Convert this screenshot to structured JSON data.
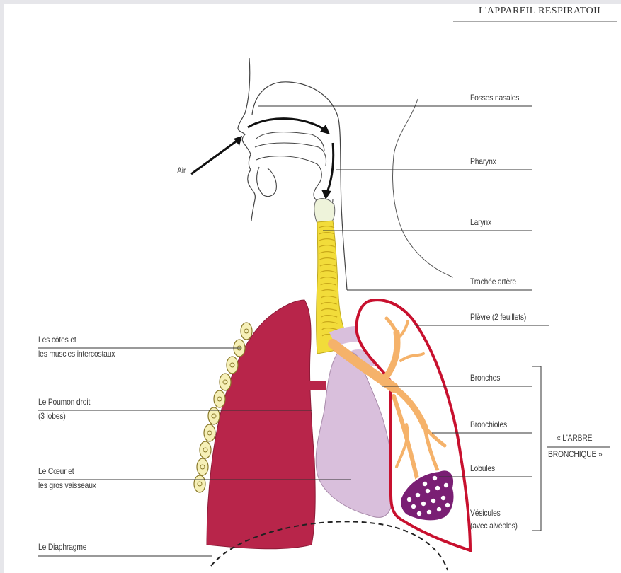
{
  "header": {
    "title": "L'APPAREIL RESPIRATOII"
  },
  "labels": {
    "air": "Air",
    "fosses_nasales": "Fosses nasales",
    "pharynx": "Pharynx",
    "larynx": "Larynx",
    "trachee": "Trachée artère",
    "plevre": "Plèvre (2 feuillets)",
    "bronches": "Bronches",
    "bronchioles": "Bronchioles",
    "lobules": "Lobules",
    "vesicules_1": "Vésicules",
    "vesicules_2": "(avec alvéoles)",
    "cotes_1": "Les côtes et",
    "cotes_2": "les muscles intercostaux",
    "poumon_1": "Le Poumon droit",
    "poumon_2": "(3 lobes)",
    "coeur_1": "Le Cœur et",
    "coeur_2": "les gros vaisseaux",
    "diaphragme": "Le Diaphragme",
    "arbre_1": "« L'ARBRE",
    "arbre_2": "BRONCHIQUE »"
  },
  "colors": {
    "lung": "#b8254a",
    "trachea": "#f2dc3a",
    "heart": "#d9bfdc",
    "bronchi": "#f5b26a",
    "pleura": "#c8102e",
    "alveoli": "#7a1f74",
    "ribs": "#f6f0b8"
  }
}
